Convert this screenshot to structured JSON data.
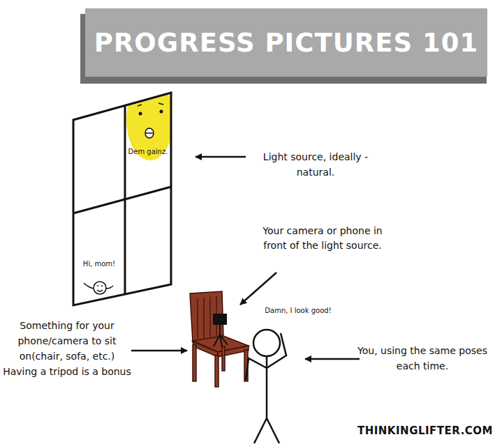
{
  "diagram": {
    "title": "PROGRESS PICTURES 101",
    "labels": [
      "Dem gainz.",
      "Light source, ideally - natural.",
      "Hi, mom!",
      "Your camera or phone in front of the light source.",
      "Damn, I look good!",
      "Something for your phone/camera to sit on(chair, sofa, etc.) Having a tripod is a bonus",
      "You, using the same poses each time.",
      "THINKINGLIFTER.COM"
    ]
  }
}
